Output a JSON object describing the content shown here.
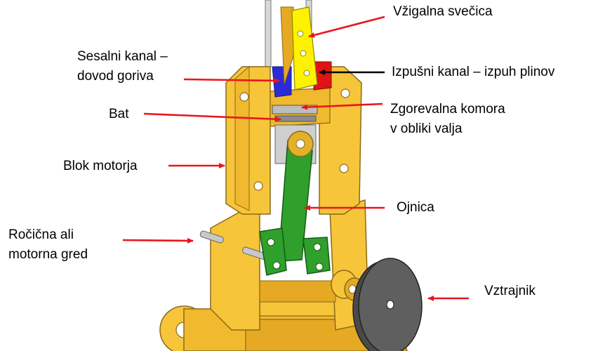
{
  "labels": {
    "spark_plug": "Vžigalna svečica",
    "intake_line1": "Sesalni kanal –",
    "intake_line2": "dovod goriva",
    "exhaust": "Izpušni kanal – izpuh plinov",
    "piston": "Bat",
    "chamber_line1": "Zgorevalna komora",
    "chamber_line2": "v obliki valja",
    "engine_block": "Blok motorja",
    "connecting_rod": "Ojnica",
    "crank_line1": "Ročična ali",
    "crank_line2": "motorna gred",
    "flywheel": "Vztrajnik"
  },
  "colors": {
    "arrow_red": "#e8161b",
    "arrow_black": "#000000",
    "frame_yellow": "#f7c53a",
    "frame_edge": "#8a6a1a",
    "rod_green": "#2fa02c",
    "intake_blue": "#2b2bd9",
    "exhaust_red": "#e01414",
    "spark_yellow": "#fff200",
    "flywheel_gray": "#5f5f5f",
    "metal_silver": "#c8c8c8"
  }
}
